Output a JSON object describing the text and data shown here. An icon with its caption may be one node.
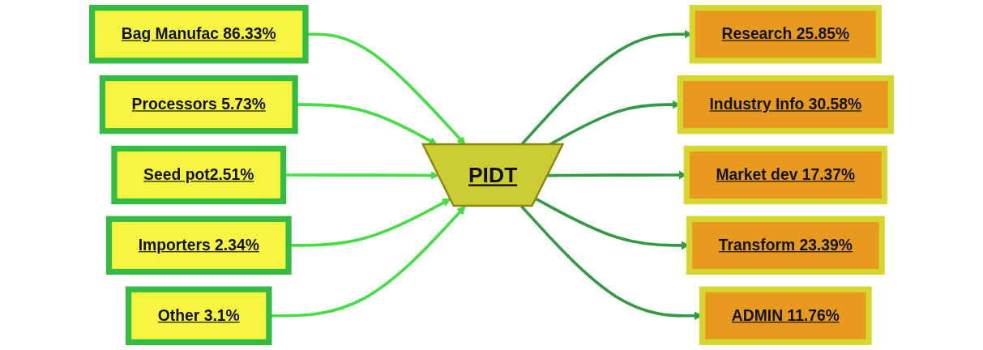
{
  "diagram": {
    "nodes": [
      {
        "text": [
          "Bag Manufac 86.33%"
        ]
      },
      {
        "text": [
          "Processors 5.73%"
        ]
      },
      {
        "text": [
          "Seed pot2.51%"
        ]
      },
      {
        "text": [
          "Importers 2.34%"
        ]
      },
      {
        "text": [
          "Other 3.1%"
        ]
      },
      {
        "text": [
          "PIDT"
        ]
      },
      {
        "text": [
          "Research 25.85%"
        ]
      },
      {
        "text": [
          "Industry Info 30.58%"
        ]
      },
      {
        "text": [
          "Market dev 17.37%"
        ]
      },
      {
        "text": [
          "Transform 23.39%"
        ]
      },
      {
        "text": [
          "ADMIN 11.76%"
        ]
      }
    ],
    "edges": [
      {
        "from": 0,
        "to": 5,
        "arrow": "to"
      },
      {
        "from": 1,
        "to": 5,
        "arrow": "to"
      },
      {
        "from": 2,
        "to": 5,
        "arrow": "to"
      },
      {
        "from": 3,
        "to": 5,
        "arrow": "to"
      },
      {
        "from": 4,
        "to": 5,
        "arrow": "to"
      },
      {
        "from": 5,
        "to": 6,
        "arrow": "to",
        "color": "#339944"
      },
      {
        "from": 5,
        "to": 7,
        "arrow": "to",
        "color": "#339944"
      },
      {
        "from": 5,
        "to": 8,
        "arrow": "to",
        "color": "#339944"
      },
      {
        "from": 5,
        "to": 9,
        "arrow": "to",
        "color": "#339944"
      },
      {
        "from": 5,
        "to": 10,
        "arrow": "to",
        "color": "#339944"
      }
    ]
  }
}
